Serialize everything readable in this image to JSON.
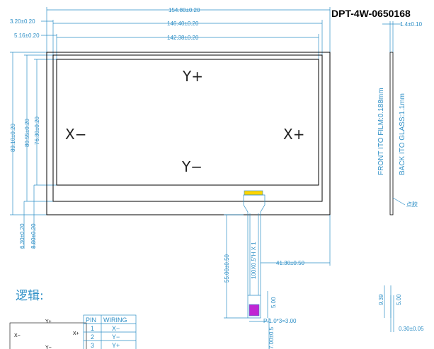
{
  "title": "DPT-4W-0650168",
  "dims": {
    "w_outer": "154.80±0.20",
    "w_mid": "146.40±0.20",
    "w_inner": "142.38±0.20",
    "off_3": "3.20±0.20",
    "off_5": "5.16±0.20",
    "h_outer": "89.10±0.20",
    "h_mid": "80.55±0.20",
    "h_inner": "76.30±0.20",
    "bot_a": "6.30±0.20",
    "bot_b": "8.80±0.20",
    "tail_len": "55.00±0.50",
    "tail_pos": "41.30±0.50",
    "fpc_w": "5.00",
    "pitch": "P:1.0*3=3.00",
    "fpc_len": "7.00±0.5",
    "thick": "1.4±0.10",
    "small_a": "9.39",
    "small_b": "5.00",
    "small_c": "0.30±0.05",
    "fpc_text": "100X0.5\"H X 1"
  },
  "labels": {
    "y_plus": "Y+",
    "y_minus": "Y−",
    "x_minus": "X−",
    "x_plus": "X+"
  },
  "side_notes": {
    "front": "FRONT ITO FILM:0.188mm",
    "back": "BACK ITO GLASS:1.1mm",
    "dot": "点胶"
  },
  "logic": {
    "heading": "逻辑:",
    "y_plus": "Y+",
    "x_minus": "X−",
    "x_plus": "X+",
    "y_minus": "Y−",
    "table": {
      "headers": [
        "PIN",
        "WIRING"
      ],
      "rows": [
        [
          "1",
          "X−"
        ],
        [
          "2",
          "Y−"
        ],
        [
          "3",
          "Y+"
        ]
      ]
    }
  }
}
